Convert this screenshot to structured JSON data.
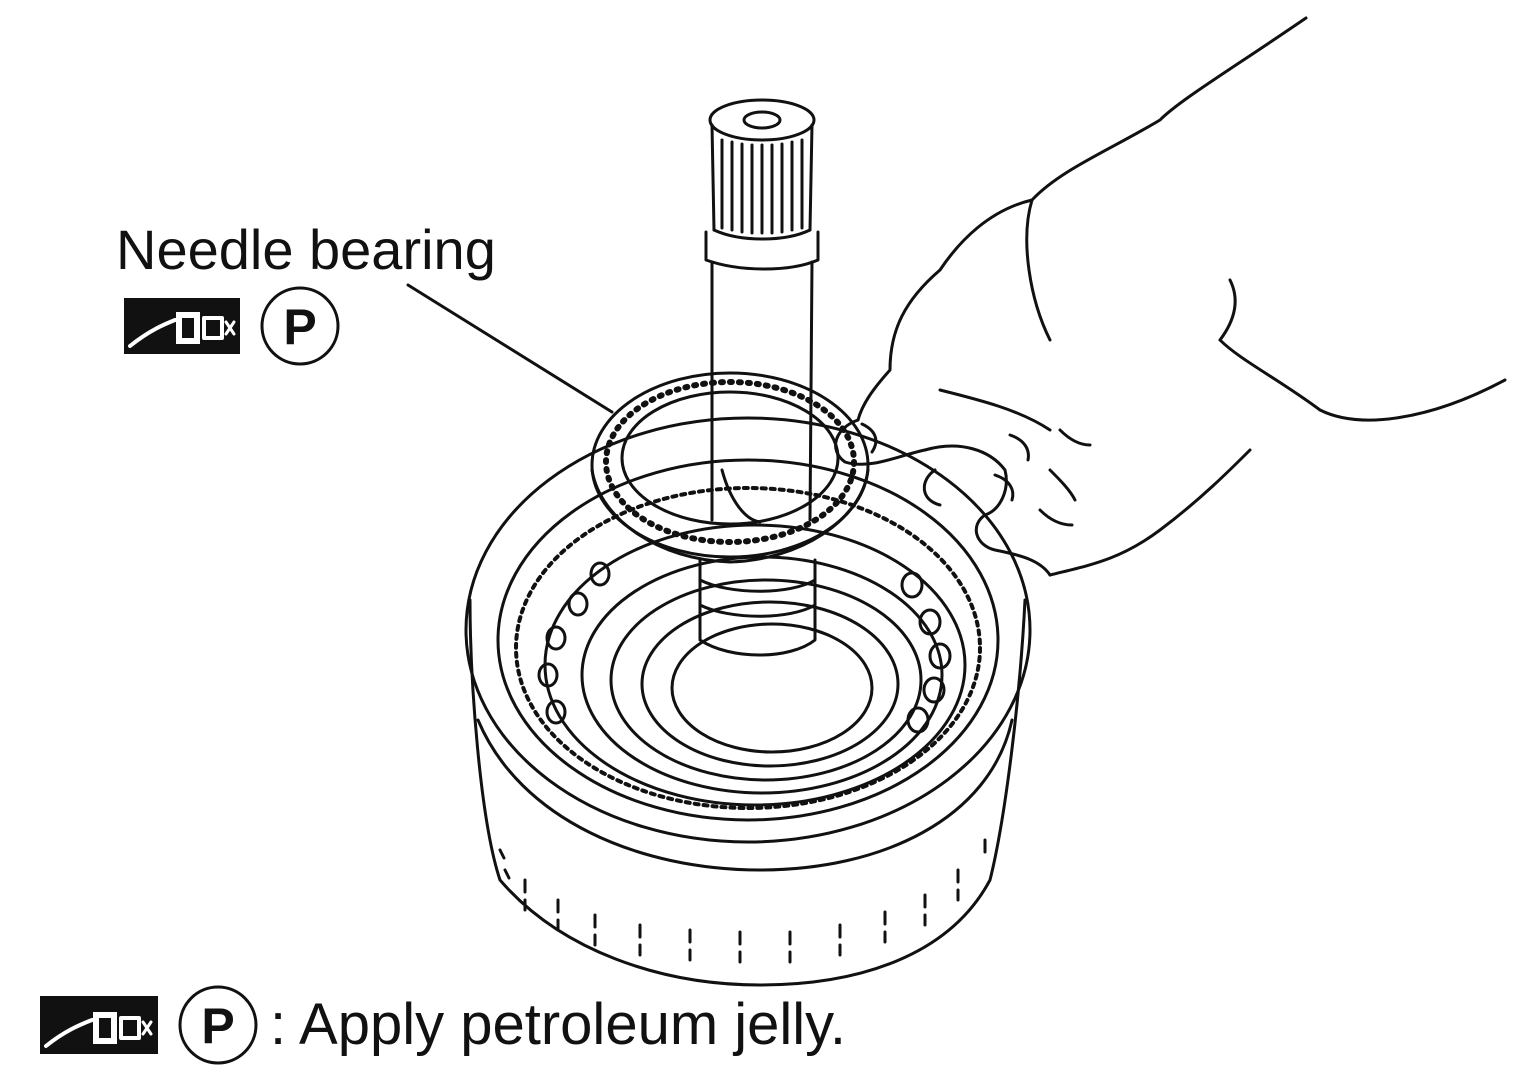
{
  "callout": {
    "label": "Needle bearing",
    "symbol_icon": "petroleum-jelly-applicator-icon",
    "symbol_letter": "P"
  },
  "legend": {
    "symbol_icon": "petroleum-jelly-applicator-icon",
    "symbol_letter": "P",
    "text": ": Apply petroleum jelly."
  },
  "colors": {
    "line": "#111111",
    "background": "#ffffff"
  }
}
